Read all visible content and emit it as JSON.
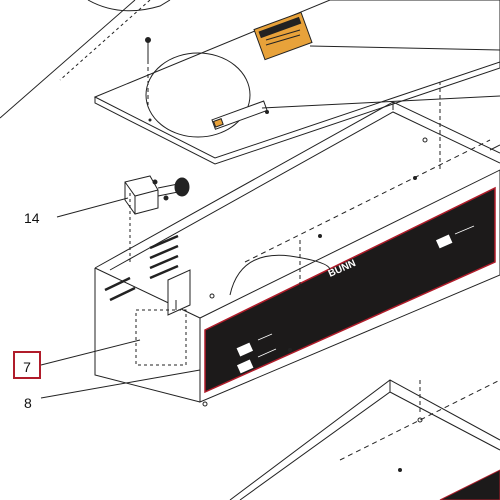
{
  "callouts": {
    "c14": "14",
    "c7": "7",
    "c8": "8"
  },
  "brand": "BUNN",
  "highlight_color": "#b01c2a",
  "icons": [
    "warning-label-icon",
    "timer-switch-icon"
  ]
}
